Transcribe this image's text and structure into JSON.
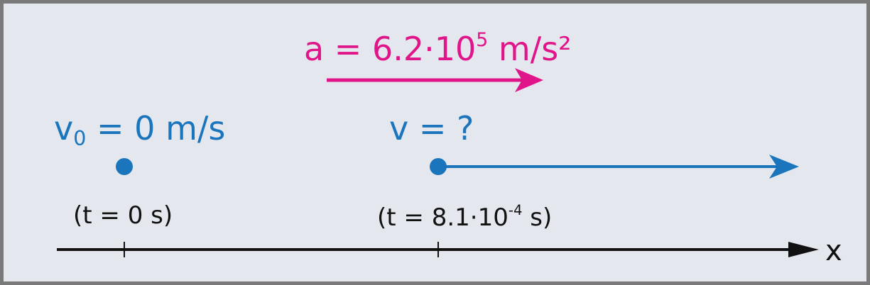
{
  "colors": {
    "velocity": "#1b75bc",
    "acceleration": "#e0158a",
    "axis": "#111111",
    "background": "#e4e8ee",
    "border": "#7a7a7a"
  },
  "acceleration": {
    "prefix": "a = 6.2·10",
    "exponent": "5",
    "suffix": " m/s²"
  },
  "initial": {
    "var": "v",
    "subscript": "0",
    "value": " = 0 m/s",
    "time": "(t = 0 s)"
  },
  "final": {
    "label": "v = ?",
    "time_prefix": "(t = 8.1·10",
    "time_exponent": "-4",
    "time_suffix": " s)"
  },
  "axis_label": "x"
}
